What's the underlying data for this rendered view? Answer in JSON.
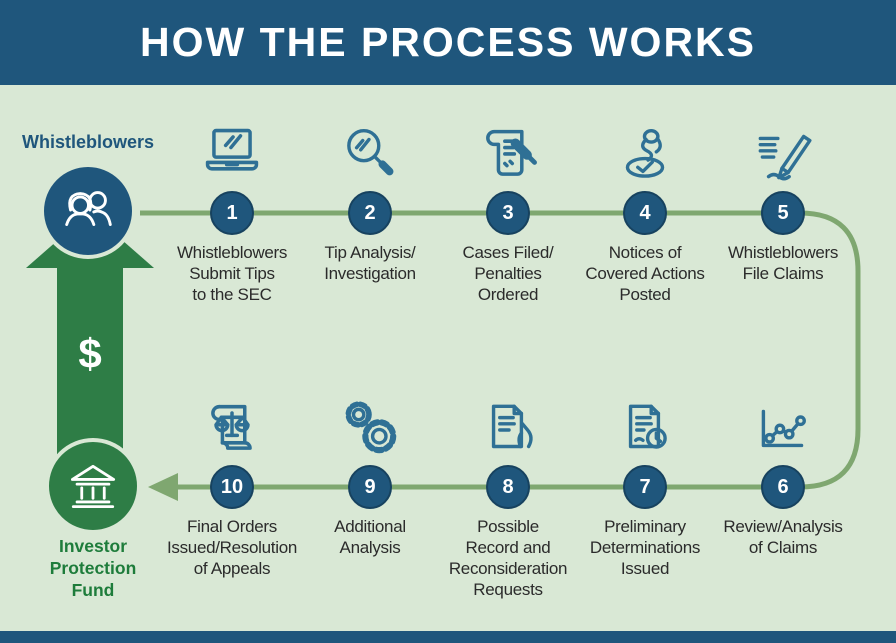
{
  "title": "HOW THE PROCESS WORKS",
  "colors": {
    "header_navy": "#1F567C",
    "background_green": "#D9E8D5",
    "connector_sage": "#7FA770",
    "arrow_green": "#2E7D46",
    "icon_blue": "#2F7095",
    "fund_text_green": "#1E7C3B"
  },
  "left_column": {
    "whistleblowers_label": "Whistleblowers",
    "dollar_sign": "$",
    "fund_label": "Investor\nProtection\nFund"
  },
  "steps_top": [
    {
      "number": "1",
      "icon": "laptop-icon",
      "label": "Whistleblowers\nSubmit Tips\nto the SEC"
    },
    {
      "number": "2",
      "icon": "magnifying-glass-icon",
      "label": "Tip Analysis/\nInvestigation"
    },
    {
      "number": "3",
      "icon": "gavel-document-icon",
      "label": "Cases Filed/\nPenalties\nOrdered"
    },
    {
      "number": "4",
      "icon": "stamp-icon",
      "label": "Notices of\nCovered Actions\nPosted"
    },
    {
      "number": "5",
      "icon": "pen-writing-icon",
      "label": "Whistleblowers\nFile Claims"
    }
  ],
  "steps_bottom": [
    {
      "number": "10",
      "icon": "scales-scroll-icon",
      "label": "Final Orders\nIssued/Resolution\nof Appeals"
    },
    {
      "number": "9",
      "icon": "gears-icon",
      "label": "Additional\nAnalysis"
    },
    {
      "number": "8",
      "icon": "document-hand-icon",
      "label": "Possible\nRecord and\nReconsideration\nRequests"
    },
    {
      "number": "7",
      "icon": "document-review-icon",
      "label": "Preliminary\nDeterminations\nIssued"
    },
    {
      "number": "6",
      "icon": "line-chart-icon",
      "label": "Review/Analysis\nof Claims"
    }
  ]
}
